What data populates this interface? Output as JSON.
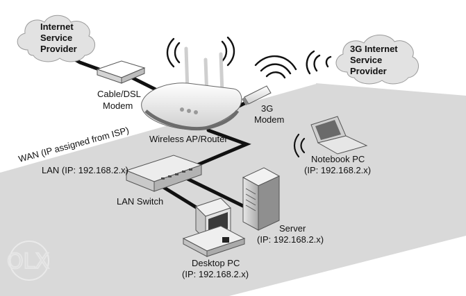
{
  "clouds": {
    "isp": [
      "Internet",
      "Service",
      "Provider"
    ],
    "isp3g": [
      "3G Internet",
      "Service",
      "Provider"
    ]
  },
  "labels": {
    "modem": [
      "Cable/DSL",
      "Modem"
    ],
    "router": "Wireless  AP/Router",
    "modem3g": [
      "3G",
      "Modem"
    ],
    "wan": "WAN (IP assigned from ISP)",
    "lan": "LAN (IP: 192.168.2.x)",
    "notebook": [
      "Notebook PC",
      "(IP: 192.168.2.x)"
    ],
    "lan_switch": "LAN Switch",
    "server": [
      "Server",
      "(IP: 192.168.2.x)"
    ],
    "desktop": [
      "Desktop PC",
      "(IP: 192.168.2.x)"
    ]
  },
  "watermark": "OLX",
  "colors": {
    "floor": "#d9d9d9",
    "cloud": "#e4e4e4",
    "cable": "#111111",
    "device": "#f2f2f2"
  }
}
